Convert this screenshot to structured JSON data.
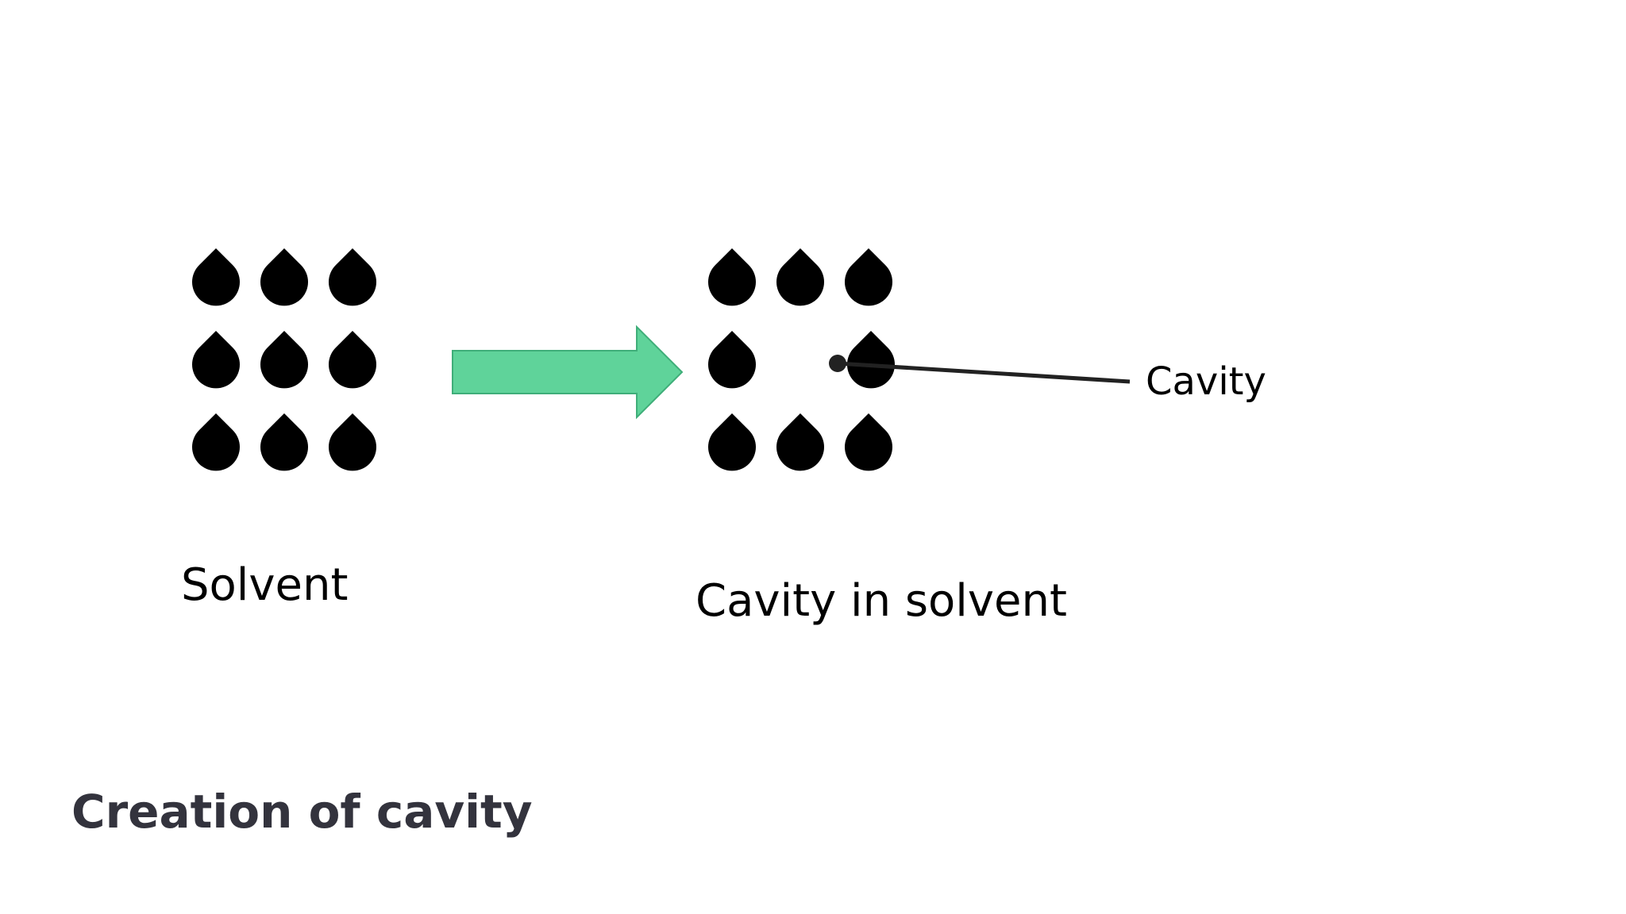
{
  "labels": {
    "solvent": "Solvent",
    "cavity_in_solvent": "Cavity in solvent",
    "cavity": "Cavity"
  },
  "caption": "Creation of cavity",
  "grids": {
    "solvent": {
      "rows": 3,
      "cols": 3,
      "empty_cells": []
    },
    "cavity_in_solvent": {
      "rows": 3,
      "cols": 3,
      "empty_cells": [
        [
          1,
          1
        ]
      ]
    }
  },
  "colors": {
    "drop": "#000000",
    "arrow_fill": "#5fd39a",
    "arrow_stroke": "#3fae79",
    "pointer_line": "#222222",
    "caption": "#33333d",
    "background": "#ffffff"
  },
  "icons": {
    "molecule": "droplet-icon",
    "transition": "right-arrow"
  }
}
